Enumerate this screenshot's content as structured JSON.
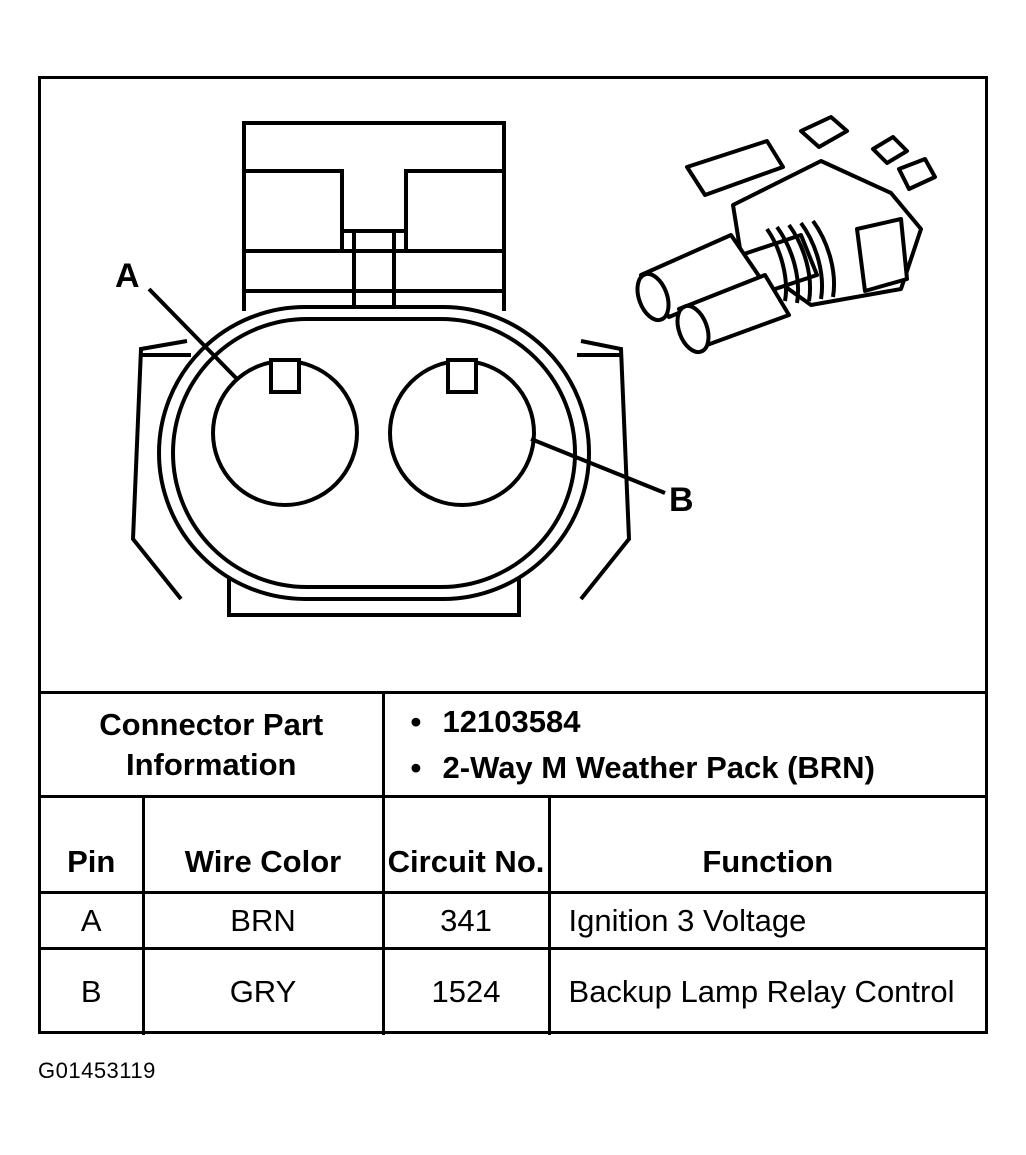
{
  "diagram": {
    "pin_a_label": "A",
    "pin_b_label": "B"
  },
  "connector": {
    "label": "Connector Part Information",
    "items": [
      "12103584",
      "2-Way M Weather Pack (BRN)"
    ]
  },
  "table": {
    "headers": {
      "pin": "Pin",
      "wire_color": "Wire Color",
      "circuit_no": "Circuit No.",
      "function": "Function"
    },
    "rows": [
      {
        "pin": "A",
        "wire_color": "BRN",
        "circuit_no": "341",
        "function": "Ignition 3 Voltage"
      },
      {
        "pin": "B",
        "wire_color": "GRY",
        "circuit_no": "1524",
        "function": "Backup Lamp Relay Control"
      }
    ]
  },
  "image_code": "G01453119"
}
